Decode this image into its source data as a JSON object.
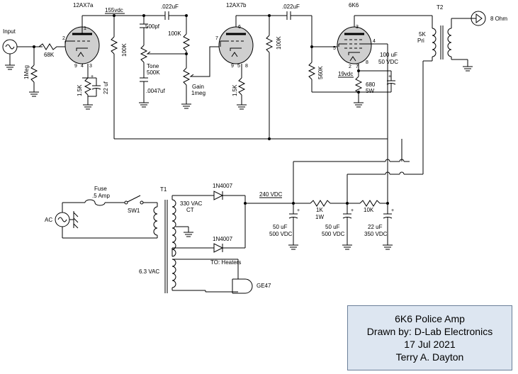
{
  "labels": {
    "input": "Input",
    "r_68k": "68K",
    "r_1meg": "1Meg",
    "v1_name": "12AX7a",
    "v1_pins": {
      "p1": "1",
      "p2": "2",
      "p9": "9",
      "p4": "4",
      "p3": "3"
    },
    "v1_plate_v": "155vdc",
    "v1_cathode_r": "1.5K",
    "v1_cathode_c": "22 uf",
    "plus": "+",
    "r_100k_a": "100K",
    "c_022_a": ".022uF",
    "c_500pf": "500pf",
    "r_100k_b": "100K",
    "tone": "Tone",
    "tone_val": "500K",
    "c_0047": ".0047uf",
    "gain": "Gain",
    "gain_val": "1meg",
    "v2_name": "12AX7b",
    "v2_pins": {
      "p6": "6",
      "p7": "7",
      "p9": "9",
      "p5": "5",
      "p8": "8"
    },
    "v2_cathode_r": "1.5K",
    "r_100k_c": "100K",
    "c_022_b": ".022uF",
    "v3_name": "6K6",
    "v3_pins": {
      "p3": "3",
      "p5": "5",
      "p4": "4",
      "p2": "2",
      "p7": "7",
      "p8": "8"
    },
    "r_560k": "560K",
    "c_100uf": "100 uF",
    "c_100uf_v": "50 VDC",
    "cathode_v": "19vdc",
    "r_680": "680",
    "r_680_w": "5W",
    "t2": "T2",
    "t2_pri": "5K",
    "t2_pri2": "Pri",
    "speaker": "8 Ohm",
    "fuse": "Fuse",
    "fuse_val": ".5 Amp",
    "ac": "AC",
    "sw1": "SW1",
    "t1": "T1",
    "t1_sec": "330 VAC",
    "t1_ct": "CT",
    "d1": "1N4007",
    "d2": "1N4007",
    "b_plus": "240 VDC",
    "r_1k": "1K",
    "r_1k_w": "1W",
    "r_10k": "10K",
    "c1": "50 uF",
    "c1_v": "500 VDC",
    "c2": "50 uF",
    "c2_v": "500 VDC",
    "c3": "22 uF",
    "c3_v": "350 VDC",
    "heater": "6.3 VAC",
    "to_heaters": "TO: Heaters",
    "ge47": "GE47"
  },
  "title_block": {
    "line1": "6K6 Police Amp",
    "line2": "Drawn by: D-Lab Electronics",
    "line3": "17 Jul 2021",
    "line4": "Terry A. Dayton"
  }
}
